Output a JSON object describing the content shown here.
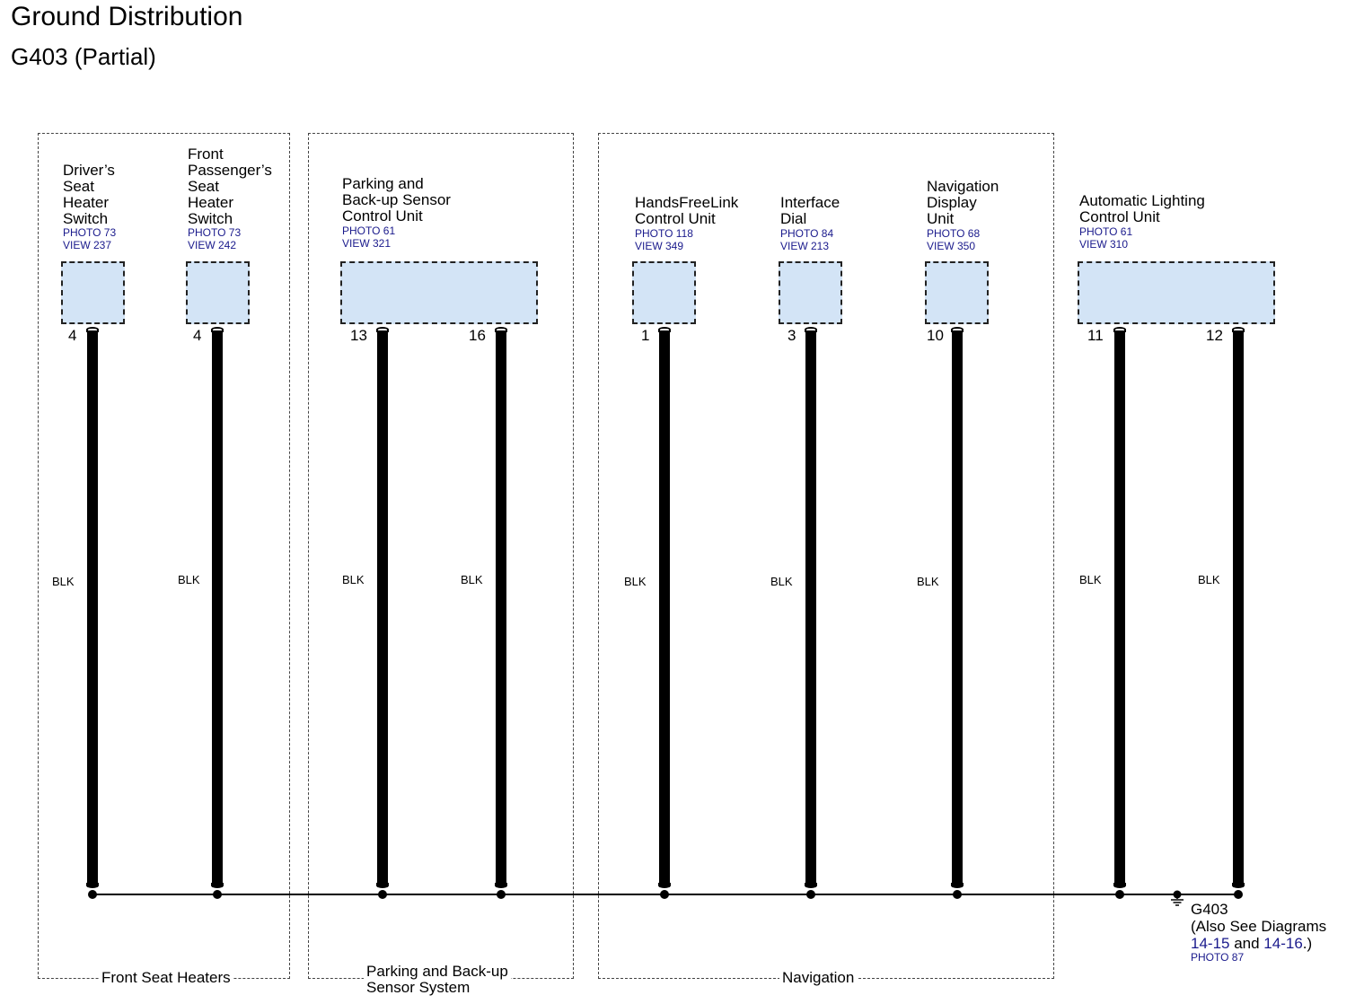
{
  "title": "Ground Distribution",
  "subtitle": "G403 (Partial)",
  "groups": [
    {
      "label_lines": [
        "Front Seat Heaters"
      ]
    },
    {
      "label_lines": [
        "Parking and Back-up",
        "Sensor System"
      ]
    },
    {
      "label_lines": [
        "Navigation"
      ]
    }
  ],
  "components": [
    {
      "name_lines": [
        "Driver’s",
        "Seat",
        "Heater",
        "Switch"
      ],
      "photo": "PHOTO 73",
      "view": "VIEW 237"
    },
    {
      "name_lines": [
        "Front",
        "Passenger’s",
        "Seat",
        "Heater",
        "Switch"
      ],
      "photo": "PHOTO 73",
      "view": "VIEW 242"
    },
    {
      "name_lines": [
        "Parking and",
        "Back-up Sensor",
        "Control Unit"
      ],
      "photo": "PHOTO 61",
      "view": "VIEW 321"
    },
    {
      "name_lines": [
        "HandsFreeLink",
        "Control Unit"
      ],
      "photo": "PHOTO 118",
      "view": "VIEW 349"
    },
    {
      "name_lines": [
        "Interface",
        "Dial"
      ],
      "photo": "PHOTO 84",
      "view": "VIEW 213"
    },
    {
      "name_lines": [
        "Navigation",
        "Display",
        "Unit"
      ],
      "photo": "PHOTO 68",
      "view": "VIEW 350"
    },
    {
      "name_lines": [
        "Automatic Lighting",
        "Control Unit"
      ],
      "photo": "PHOTO 61",
      "view": "VIEW 310"
    }
  ],
  "wires": [
    {
      "pin": "4",
      "color": "BLK"
    },
    {
      "pin": "4",
      "color": "BLK"
    },
    {
      "pin": "13",
      "color": "BLK"
    },
    {
      "pin": "16",
      "color": "BLK"
    },
    {
      "pin": "1",
      "color": "BLK"
    },
    {
      "pin": "3",
      "color": "BLK"
    },
    {
      "pin": "10",
      "color": "BLK"
    },
    {
      "pin": "11",
      "color": "BLK"
    },
    {
      "pin": "12",
      "color": "BLK"
    }
  ],
  "ground": {
    "name": "G403",
    "line1": "(Also See Diagrams",
    "link1": "14-15",
    "and_text": " and ",
    "link2": "14-16",
    "end_text": ".)",
    "photo": "PHOTO 87"
  }
}
